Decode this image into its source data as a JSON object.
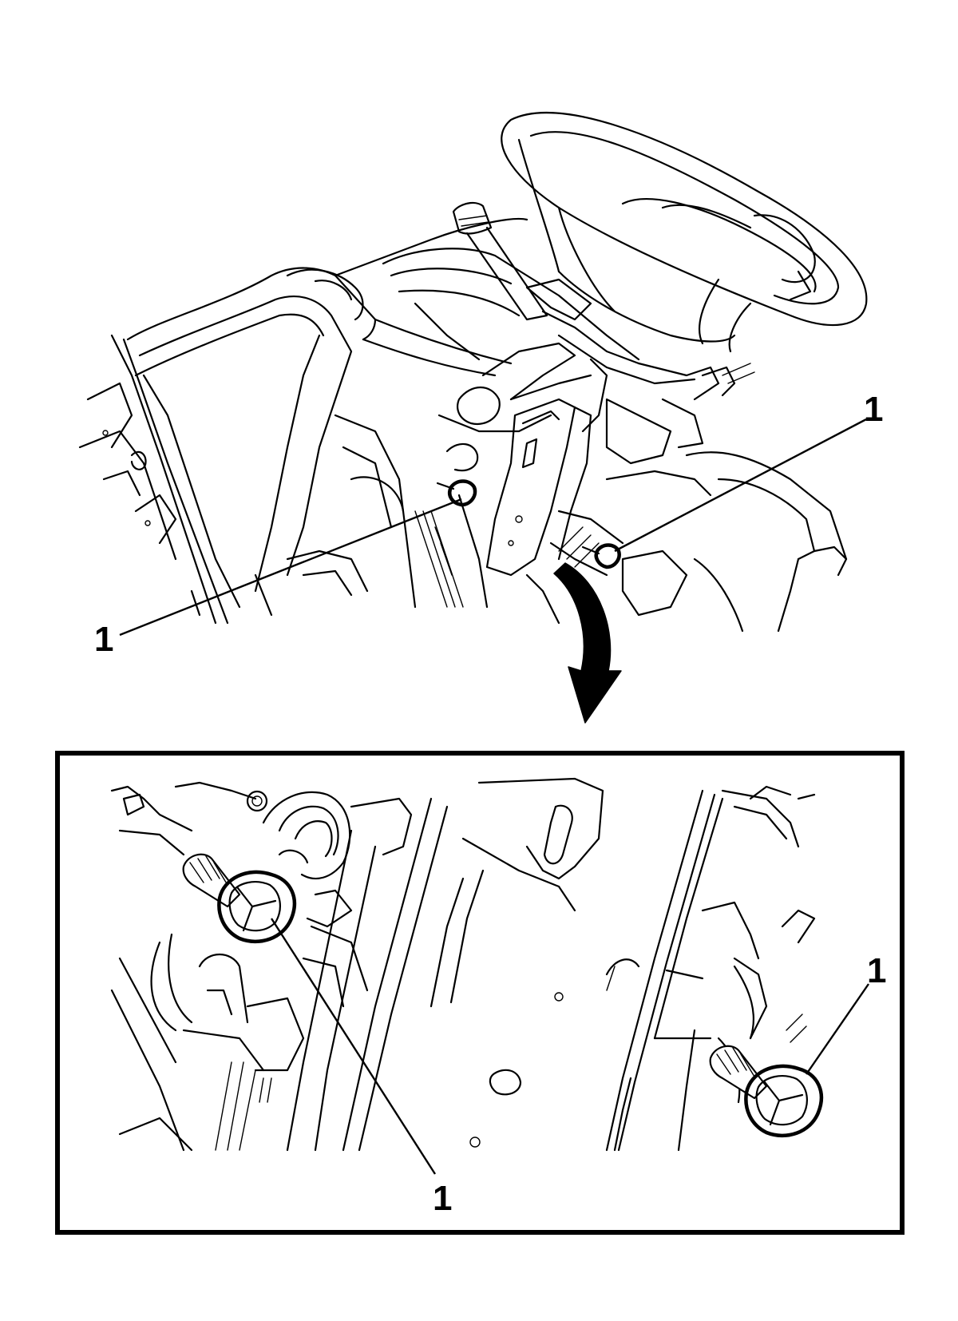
{
  "figure": {
    "background": "#ffffff",
    "line_color": "#000000"
  },
  "callouts": {
    "top_left": "1",
    "top_right": "1",
    "detail_left": "1",
    "detail_right": "1"
  },
  "components": {
    "overview": [
      "steering-wheel",
      "steering-column",
      "instrument-panel-carrier",
      "column-support-bracket",
      "bolt",
      "bolt"
    ],
    "detail": [
      "bolt",
      "bolt",
      "column-support-bracket"
    ]
  }
}
